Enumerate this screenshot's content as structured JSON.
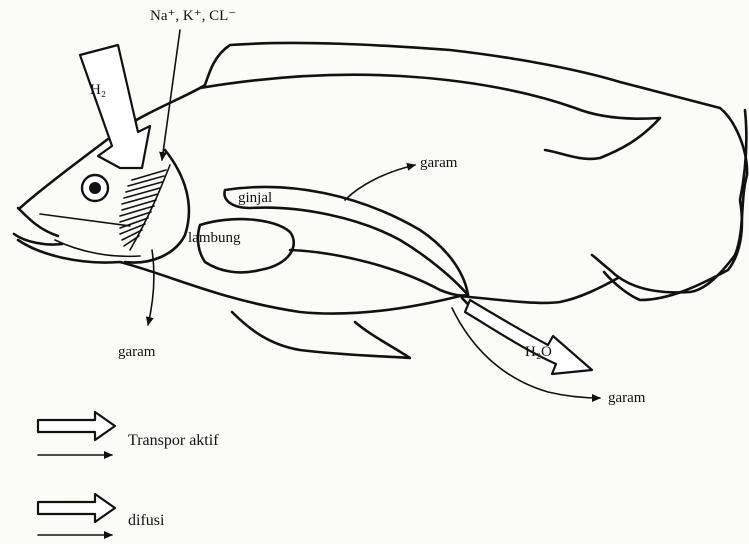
{
  "labels": {
    "ions": "Na⁺, K⁺, CL⁻",
    "h2_inflow": "H₂",
    "ginjal": "ginjal",
    "lambung": "lambung",
    "garam_top": "garam",
    "garam_gill": "garam",
    "h2o_outflow": "H₂O",
    "garam_bottom": "garam"
  },
  "legend": {
    "items": [
      {
        "symbol": "hollow-arrow",
        "label": "Transpor aktif"
      },
      {
        "symbol": "hollow-arrow",
        "label": "difusi"
      }
    ]
  },
  "colors": {
    "ink": "#111111",
    "background": "#fbfbf8",
    "fill": "#ffffff"
  }
}
